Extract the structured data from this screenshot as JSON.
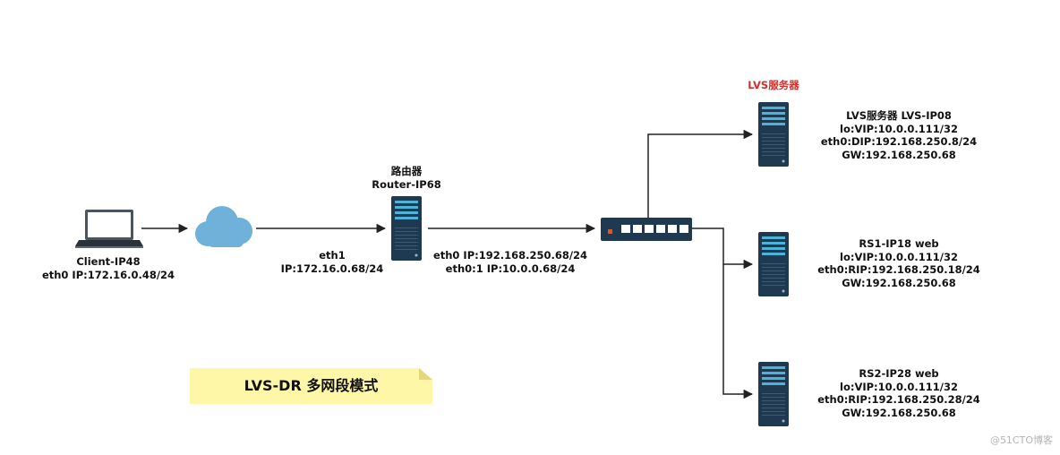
{
  "client": {
    "name": "Client-IP48",
    "ip": "eth0 IP:172.16.0.48/24"
  },
  "router": {
    "title": "路由器",
    "name": "Router-IP68",
    "eth1_name": "eth1",
    "eth1_ip": "IP:172.16.0.68/24",
    "eth0_ip": "eth0 IP:192.168.250.68/24",
    "eth0_1_ip": "eth0:1 IP:10.0.0.68/24"
  },
  "lvs": {
    "header": "LVS服务器",
    "line1": "LVS服务器 LVS-IP08",
    "line2": "lo:VIP:10.0.0.111/32",
    "line3": "eth0:DIP:192.168.250.8/24",
    "line4": "GW:192.168.250.68"
  },
  "rs1": {
    "line1": "RS1-IP18  web",
    "line2": "lo:VIP:10.0.0.111/32",
    "line3": "eth0:RIP:192.168.250.18/24",
    "line4": "GW:192.168.250.68"
  },
  "rs2": {
    "line1": "RS2-IP28  web",
    "line2": "lo:VIP:10.0.0.111/32",
    "line3": "eth0:RIP:192.168.250.28/24",
    "line4": "GW:192.168.250.68"
  },
  "note": {
    "text": "LVS-DR 多网段模式"
  },
  "watermark": {
    "text": "@51CTO博客"
  },
  "colors": {
    "server": "#1f3a50",
    "server_bar": "#4fb3d9",
    "cloud": "#6fb1d8",
    "switch_body": "#1f3a50",
    "switch_port": "#ffffff",
    "line": "#222222",
    "note_bg": "#fff7a8",
    "accent_red": "#d0312d"
  },
  "icons": {
    "client": "laptop-icon",
    "cloud": "cloud-icon",
    "router": "server-icon",
    "switch": "switch-icon",
    "lvs": "server-icon",
    "rs1": "server-icon",
    "rs2": "server-icon"
  }
}
